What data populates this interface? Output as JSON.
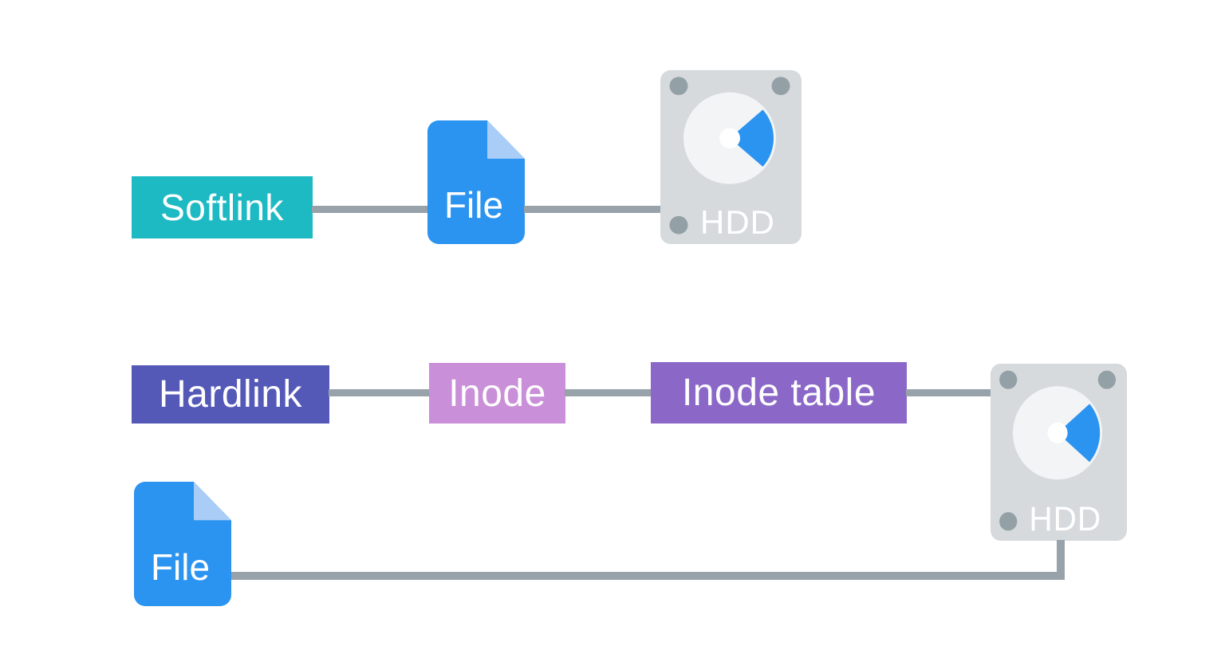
{
  "diagram": {
    "rows": {
      "softlink_row": [
        "Softlink",
        "File",
        "HDD"
      ],
      "hardlink_row": [
        "Hardlink",
        "Inode",
        "Inode table",
        "HDD",
        "File"
      ]
    },
    "nodes": {
      "softlink": {
        "label": "Softlink"
      },
      "hardlink": {
        "label": "Hardlink"
      },
      "inode": {
        "label": "Inode"
      },
      "inode_table": {
        "label": "Inode table"
      },
      "file_top": {
        "label": "File"
      },
      "file_bottom": {
        "label": "File"
      },
      "hdd_top": {
        "label": "HDD"
      },
      "hdd_bottom": {
        "label": "HDD"
      }
    },
    "colors": {
      "softlink_bg": "#1dbac4",
      "hardlink_bg": "#5459b8",
      "inode_bg": "#c98fd8",
      "inode_table_bg": "#8b68c8",
      "file_bg": "#2b93f0",
      "file_fold": "#a9cdf6",
      "hdd_body": "#d6dadd",
      "hdd_screw": "#93a0a6",
      "hdd_platter": "#f2f4f5",
      "hdd_wedge": "#2b93f0",
      "hdd_hole": "#ffffff",
      "label_text": "#ffffff",
      "connector": "#98a2ab",
      "background": "#ffffff"
    }
  }
}
